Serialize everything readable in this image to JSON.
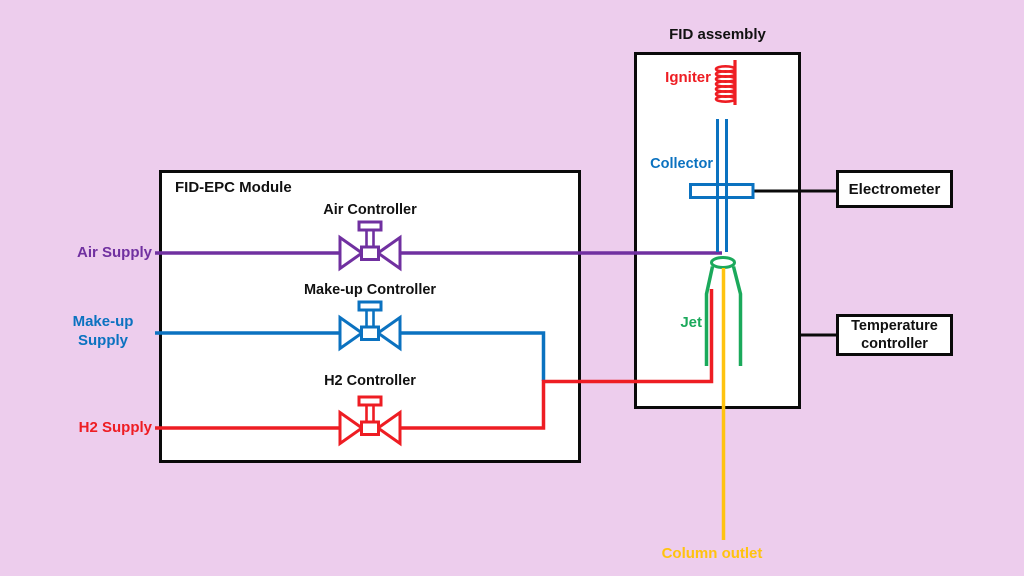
{
  "colors": {
    "background": "#EDCDED",
    "purple": "#7030A0",
    "blue": "#0B72C0",
    "red": "#EE1D23",
    "green": "#1BA95B",
    "yellow": "#FFC30F",
    "black": "#0A0A0A",
    "text": "#111111",
    "box_fill": "#FFFFFF"
  },
  "module": {
    "title": "FID-EPC Module",
    "air_controller_label": "Air Controller",
    "makeup_controller_label": "Make-up Controller",
    "h2_controller_label": "H2 Controller"
  },
  "supplies": {
    "air_label": "Air Supply",
    "makeup_label": "Make-up Supply",
    "h2_label": "H2 Supply"
  },
  "assembly": {
    "title": "FID assembly",
    "igniter_label": "Igniter",
    "collector_label": "Collector",
    "jet_label": "Jet",
    "column_outlet_label": "Column outlet"
  },
  "instruments": {
    "electrometer_label": "Electrometer",
    "temperature_label": "Temperature controller"
  }
}
